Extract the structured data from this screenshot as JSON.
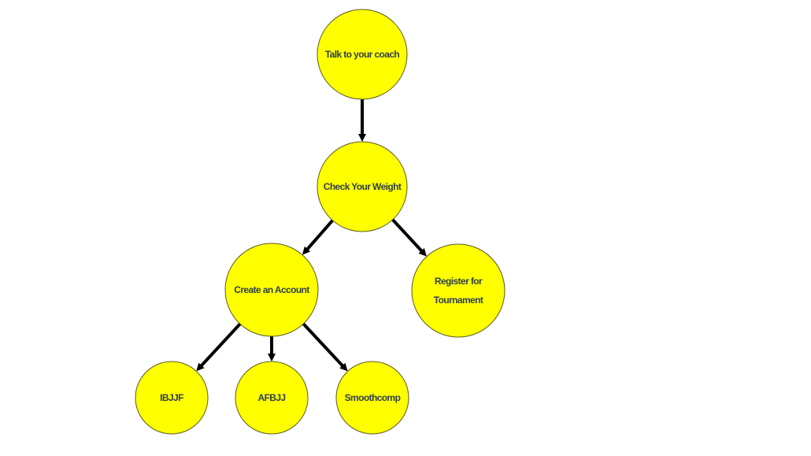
{
  "diagram": {
    "type": "flowchart",
    "colors": {
      "node_fill": "#ffff00",
      "node_stroke": "#5a5a1e",
      "arrow": "#000000",
      "text": "#2f3f45"
    },
    "nodes": [
      {
        "id": "talk-to-coach",
        "lines": [
          "Talk to your coach"
        ]
      },
      {
        "id": "check-weight",
        "lines": [
          "Check Your Weight"
        ]
      },
      {
        "id": "create-account",
        "lines": [
          "Create an Account"
        ]
      },
      {
        "id": "register-tournament",
        "lines": [
          "Register for",
          "Tournament"
        ]
      },
      {
        "id": "ibjjf",
        "lines": [
          "IBJJF"
        ]
      },
      {
        "id": "afbjj",
        "lines": [
          "AFBJJ"
        ]
      },
      {
        "id": "smoothcomp",
        "lines": [
          "Smoothcomp"
        ]
      }
    ],
    "edges": [
      {
        "from": "talk-to-coach",
        "to": "check-weight"
      },
      {
        "from": "check-weight",
        "to": "create-account"
      },
      {
        "from": "check-weight",
        "to": "register-tournament"
      },
      {
        "from": "create-account",
        "to": "ibjjf"
      },
      {
        "from": "create-account",
        "to": "afbjj"
      },
      {
        "from": "create-account",
        "to": "smoothcomp"
      }
    ]
  }
}
